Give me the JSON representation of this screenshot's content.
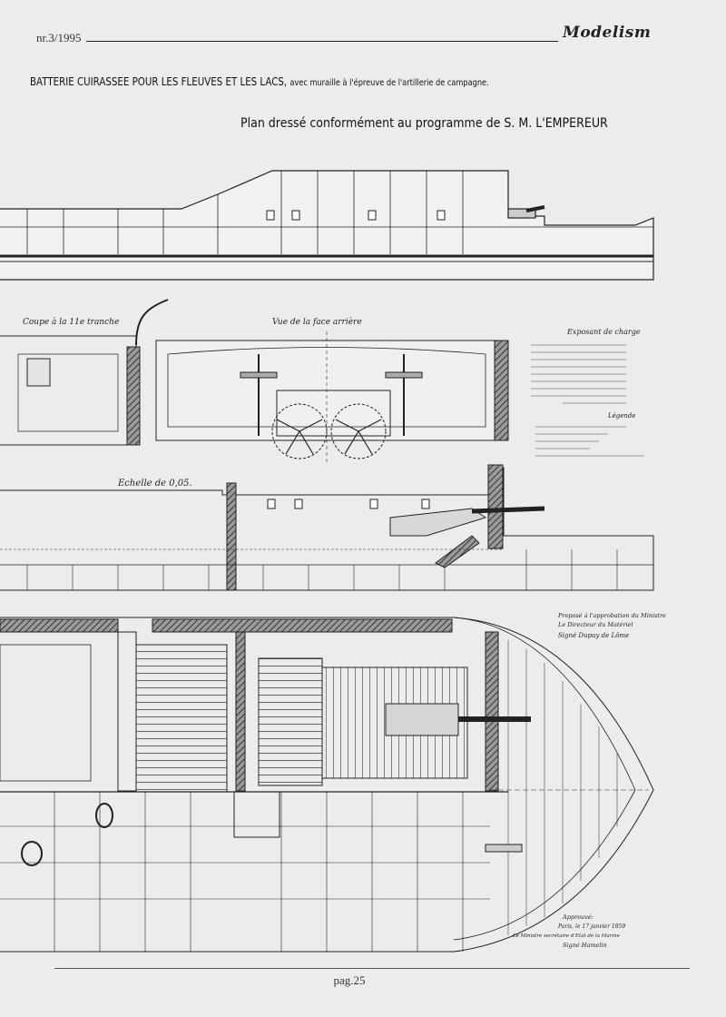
{
  "header": {
    "issue": "nr.3/1995",
    "magazine": "Modelism"
  },
  "title": {
    "main": "BATTERIE CUIRASSEE POUR LES FLEUVES ET LES LACS,",
    "main_tail": "avec muraille à l'épreuve de l'artillerie de campagne.",
    "sub": "Plan dressé conformément au programme de S. M. L'EMPEREUR"
  },
  "drawing": {
    "section_label": "Coupe à la 11e tranche",
    "rear_view_label": "Vue de la face arrière",
    "scale_label": "Echelle de 0,05.",
    "load_table_title": "Exposant de charge",
    "legend_title": "Légende",
    "approval_note": [
      "Proposé à l'approbation du Ministre",
      "Le Directeur du Matériel",
      "Signé Dupuy de Lôme"
    ],
    "approved_note": [
      "Approuvé:",
      "Paris, le 17 janvier 1859",
      "Le Ministre secrétaire d'Etat de la Marine",
      "Signé Hamelin"
    ]
  },
  "footer": {
    "page": "pag.25"
  }
}
